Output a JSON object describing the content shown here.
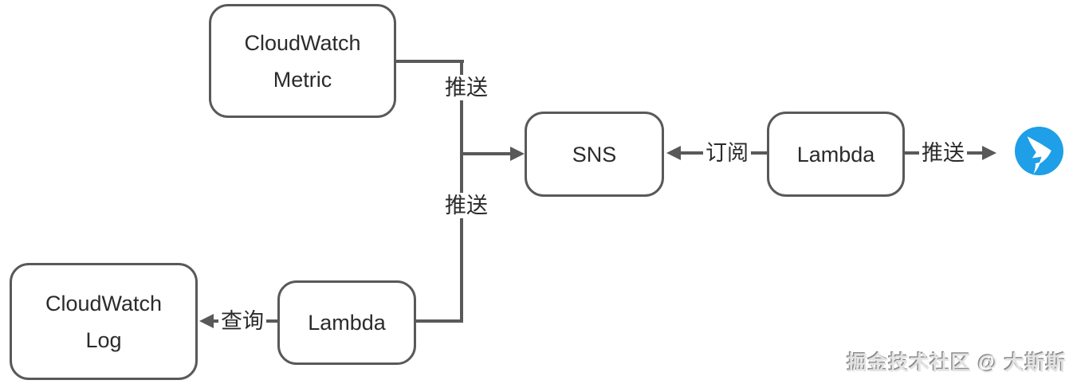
{
  "diagram": {
    "nodes": {
      "cloudwatch_metric": {
        "line1": "CloudWatch",
        "line2": "Metric"
      },
      "sns": {
        "label": "SNS"
      },
      "lambda_subscriber": {
        "label": "Lambda"
      },
      "cloudwatch_log": {
        "line1": "CloudWatch",
        "line2": "Log"
      },
      "lambda_query": {
        "label": "Lambda"
      }
    },
    "edge_labels": {
      "metric_push": "推送",
      "lambda_push": "推送",
      "subscribe": "订阅",
      "dingtalk_push": "推送",
      "query": "查询"
    },
    "icons": {
      "dingtalk": "dingtalk-logo"
    }
  },
  "colors": {
    "background": "#ffffff",
    "line": "#595959",
    "box_border": "#595959",
    "text": "#2b2b2b",
    "dingtalk_blue": "#1E9FE8",
    "watermark_gray": "#8d8d8d"
  },
  "watermark": {
    "text": "掘金技术社区 @ 大斯斯"
  }
}
